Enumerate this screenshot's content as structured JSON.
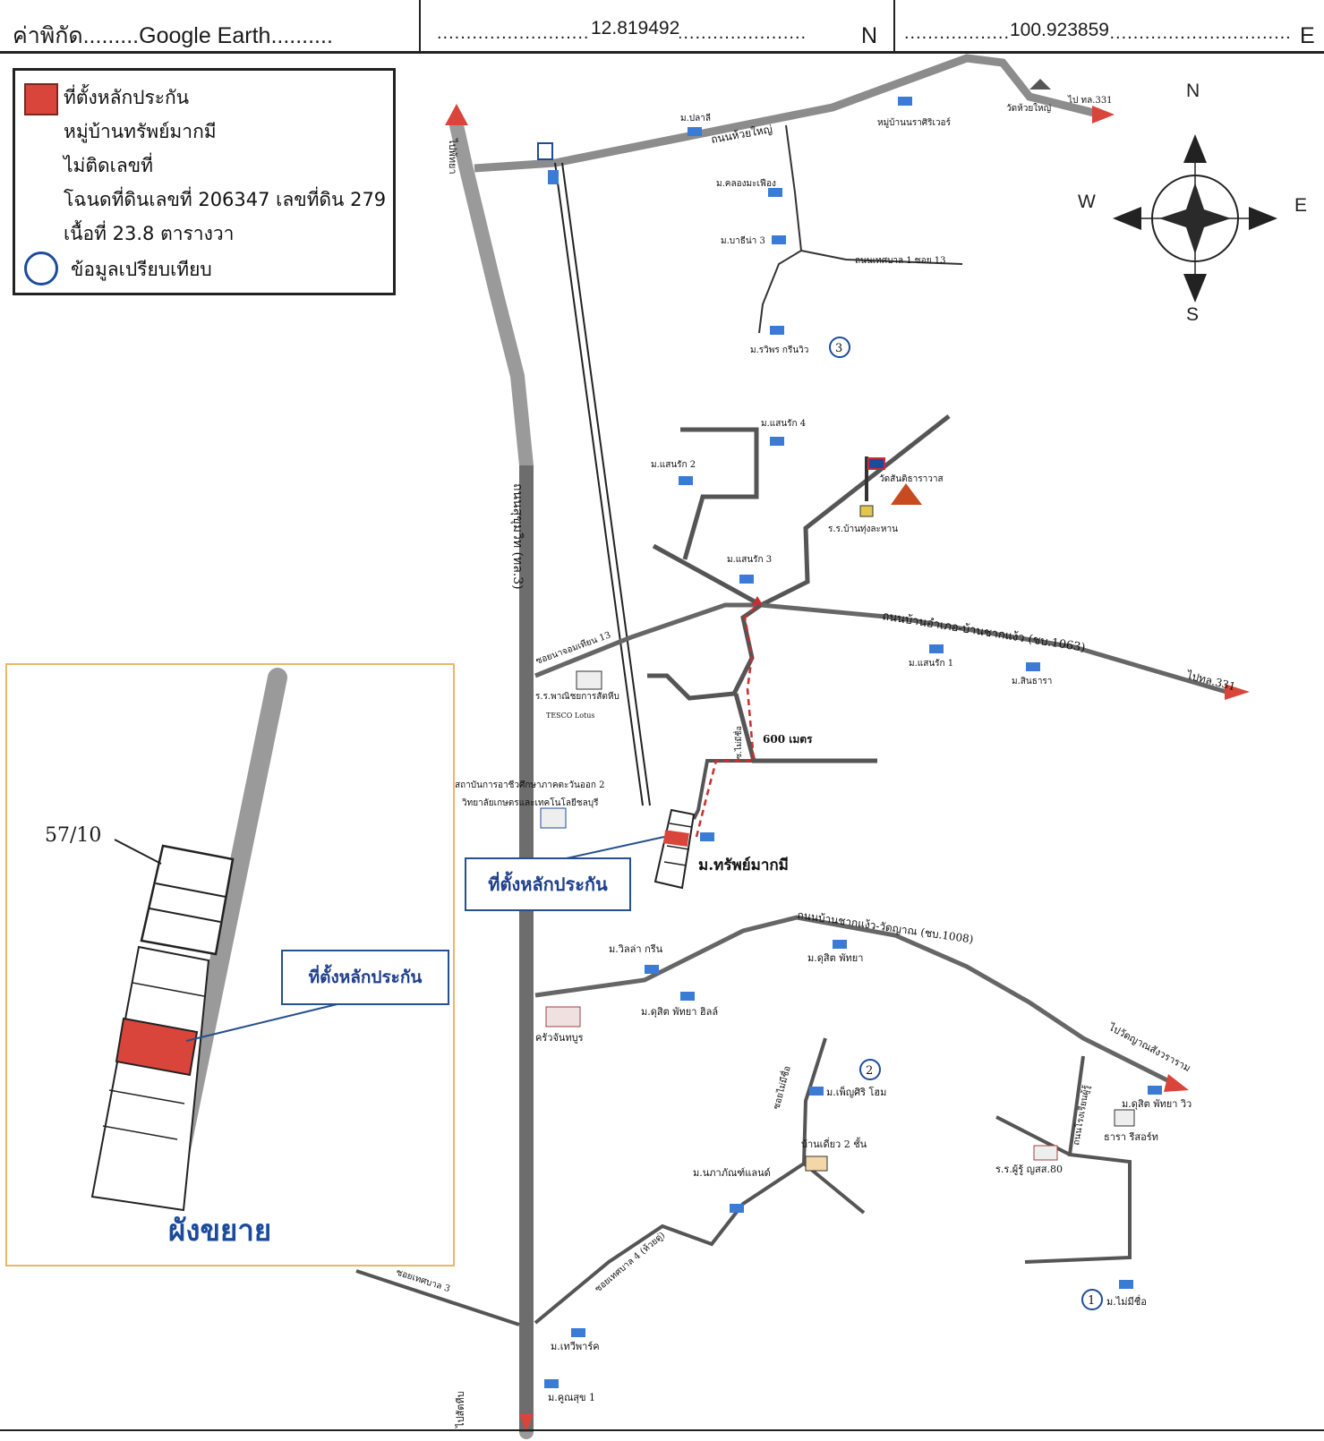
{
  "header": {
    "coord_label": "ค่าพิกัด.........Google Earth..........",
    "lat_value": "12.819492",
    "lat_dots": "...............................................................",
    "lat_suffix": "N",
    "lon_value": "100.923859",
    "lon_dots": "..................................................................",
    "lon_suffix": "E"
  },
  "legend": {
    "property_marker": "ที่ตั้งหลักประกัน",
    "village": "หมู่บ้านทรัพย์มากมี",
    "no_house_number": "ไม่ติดเลขที่",
    "deed": "โฉนดที่ดินเลขที่ 206347 เลขที่ดิน 279",
    "area": "เนื้อที่ 23.8 ตารางวา",
    "comparison": "ข้อมูลเปรียบเทียบ",
    "colors": {
      "property": "#d9453b",
      "comparison_circle": "#1c4b9c"
    }
  },
  "compass": {
    "n": "N",
    "s": "S",
    "e": "E",
    "w": "W"
  },
  "inset": {
    "plot_number": "57/10",
    "callout": "ที่ตั้งหลักประกัน",
    "title": "ผังขยาย"
  },
  "map": {
    "to_pattaya_top": "ไปพัทยา",
    "to_pattaya_bottom": "ไปสัตหีบ",
    "sukhumvit": "ถนนสุขุมวิท (ทล.3)",
    "huay_yai_rd": "ถนนห้วยใหญ่",
    "to_331_top": "ไป ทล.331",
    "wat_huay_yai": "วัดห้วยใหญ่",
    "m_plaree": "ม.ปลาลี",
    "m_narasiri": "หมู่บ้านนราศิริเวอร์",
    "m_khlong": "ม.คลองมะเฟือง",
    "m_banthana3": "ม.บาธีน่า 3",
    "thetsaban1": "ถนนเทศบาล 1 ซอย 13",
    "m_rawiporn": "ม.รวิพร กรีนวิว",
    "cmp3": "3",
    "m_saenrak4": "ม.แสนรัก 4",
    "m_saenrak2": "ม.แสนรัก 2",
    "wat_sansuk": "วัดสันติธาราวาส",
    "school_ban": "ร.ร.บ้านทุ่งละหาน",
    "m_saenrak3": "ม.แสนรัก 3",
    "road_1063": "ถนนบ้านอำเภอ-บ้านชากแง้ว (ชบ.1063)",
    "m_saenrak1": "ม.แสนรัก 1",
    "m_sinthara": "ม.สินธารา",
    "to_331_mid": "ไปทล.331",
    "soi_13": "ซอยนาจอมเทียน 13",
    "school_commerce": "ร.ร.พาณิชยการสัตหีบ",
    "tesco": "TESCO Lotus",
    "meters": "600 เมตร",
    "soi_name": "ซ.ไม่มีชื่อ",
    "institute1": "สถาบันการอาชีวศึกษาภาคตะวันออก 2",
    "institute2": "วิทยาลัยเกษตรและเทคโนโลยีชลบุรี",
    "m_sap": "ม.ทรัพย์มากมี",
    "callout_main": "ที่ตั้งหลักประกัน",
    "road_1008": "ถนนบ้านชากแง้ว-วัดญาณ (ชบ.1008)",
    "m_villa": "ม.วิลล่า กรีน",
    "m_dusit": "ม.ดุสิต พัทยา",
    "m_dusit_hill": "ม.ดุสิต พัทยา ฮิลล์",
    "krua": "ครัวจันทบูร",
    "to_wat_yan": "ไปวัดญาณสังวราราม",
    "soi_noname": "ซอยไม่มีชื่อ",
    "cmp2": "2",
    "m_phensiri": "ม.เพ็ญศิริ โฮม",
    "house2": "บ้านเดี่ยว 2 ชั้น",
    "m_napaphat": "ม.นภาภัณฑ์แลนด์",
    "dusit_view": "ม.ดุสิต พัทยา วิว",
    "thara": "ธารา รีสอร์ท",
    "school_rr": "ร.ร.ผู้รู้ ญสส.80",
    "rd_rong": "ถนนโรงเรียนผู้รู้",
    "thetsaban4": "ซอยเทศบาล 4 (ห้วยดู่)",
    "thetsaban3": "ซอยเทศบาล 3",
    "m_tawee": "ม.เทวีพาร์ค",
    "m_koonsuk": "ม.คูณสุข 1",
    "cmp1": "1",
    "m_noname": "ม.ไม่มีชื่อ"
  }
}
